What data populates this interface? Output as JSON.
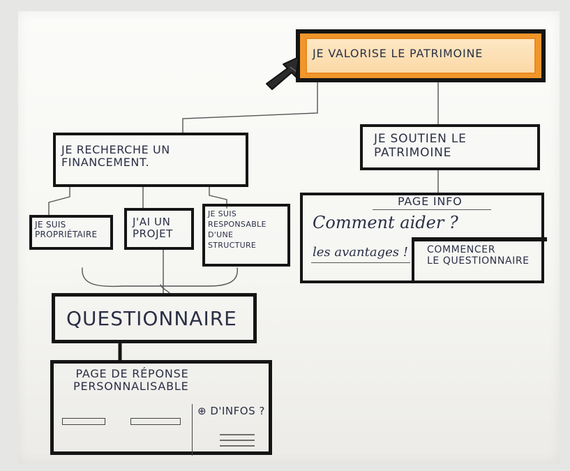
{
  "nodes": {
    "root": "JE VALORISE LE PATRIMOINE",
    "search_funding": "JE RECHERCHE UN\nFINANCEMENT.",
    "support": "JE SOUTIEN LE\nPATRIMOINE",
    "owner": "JE SUIS\nPROPRIÉTAIRE",
    "project": "J'AI UN\nPROJET",
    "responsible": "JE SUIS\nRESPONSABLE\nD'UNE\nSTRUCTURE",
    "questionnaire": "QUESTIONNAIRE",
    "response_page_title": "PAGE DE RÉPONSE\nPERSONNALISABLE",
    "more_info": "⊕ D'INFOS ?"
  },
  "info_page": {
    "title": "PAGE INFO",
    "how_to_help": "Comment aider ?",
    "advantages": "les avantages !",
    "start_button": "COMMENCER\nLE QUESTIONNAIRE"
  },
  "colors": {
    "ink": "#151515",
    "pen": "#2b2f45",
    "highlight": "#f0962a",
    "highlight_light": "#fbd9a6",
    "paper": "#f8f8f5"
  },
  "icons": [
    "cursor-arrow-icon",
    "plus-circle-icon"
  ]
}
